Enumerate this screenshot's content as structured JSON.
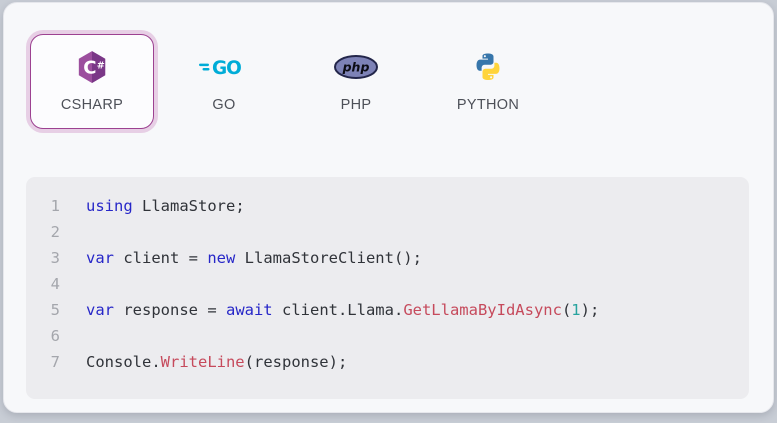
{
  "tabs": {
    "items": [
      {
        "id": "csharp",
        "label": "CSHARP",
        "selected": true,
        "icon": "csharp-icon"
      },
      {
        "id": "go",
        "label": "GO",
        "selected": false,
        "icon": "go-icon"
      },
      {
        "id": "php",
        "label": "PHP",
        "selected": false,
        "icon": "php-icon"
      },
      {
        "id": "python",
        "label": "PYTHON",
        "selected": false,
        "icon": "python-icon"
      }
    ]
  },
  "code": {
    "language": "csharp",
    "lines": [
      {
        "number": "1",
        "tokens": [
          {
            "text": "using",
            "type": "keyword"
          },
          {
            "text": " LlamaStore;",
            "type": "plain"
          }
        ]
      },
      {
        "number": "2",
        "tokens": []
      },
      {
        "number": "3",
        "tokens": [
          {
            "text": "var",
            "type": "keyword"
          },
          {
            "text": " client = ",
            "type": "plain"
          },
          {
            "text": "new",
            "type": "keyword"
          },
          {
            "text": " LlamaStoreClient();",
            "type": "plain"
          }
        ]
      },
      {
        "number": "4",
        "tokens": []
      },
      {
        "number": "5",
        "tokens": [
          {
            "text": "var",
            "type": "keyword"
          },
          {
            "text": " response = ",
            "type": "plain"
          },
          {
            "text": "await",
            "type": "keyword"
          },
          {
            "text": " client.Llama.",
            "type": "plain"
          },
          {
            "text": "GetLlamaByIdAsync",
            "type": "function"
          },
          {
            "text": "(",
            "type": "plain"
          },
          {
            "text": "1",
            "type": "number"
          },
          {
            "text": ");",
            "type": "plain"
          }
        ]
      },
      {
        "number": "6",
        "tokens": []
      },
      {
        "number": "7",
        "tokens": [
          {
            "text": "Console.",
            "type": "plain"
          },
          {
            "text": "WriteLine",
            "type": "function"
          },
          {
            "text": "(response);",
            "type": "plain"
          }
        ]
      }
    ]
  },
  "colors": {
    "keyword": "#2727c8",
    "function_name": "#c64a5c",
    "number_literal": "#27a39e",
    "plain_code": "#303339",
    "line_number": "#a4a6ac",
    "selected_tab_border": "#9c4191",
    "selected_tab_ring": "#e7cfe5",
    "code_panel_bg": "#ececef",
    "card_bg": "#f7f8fa",
    "csharp_brand": "#9c4f9e",
    "go_brand": "#00acd7",
    "php_brand": "#7d82b6",
    "python_blue": "#3776ab",
    "python_yellow": "#ffd43b"
  }
}
